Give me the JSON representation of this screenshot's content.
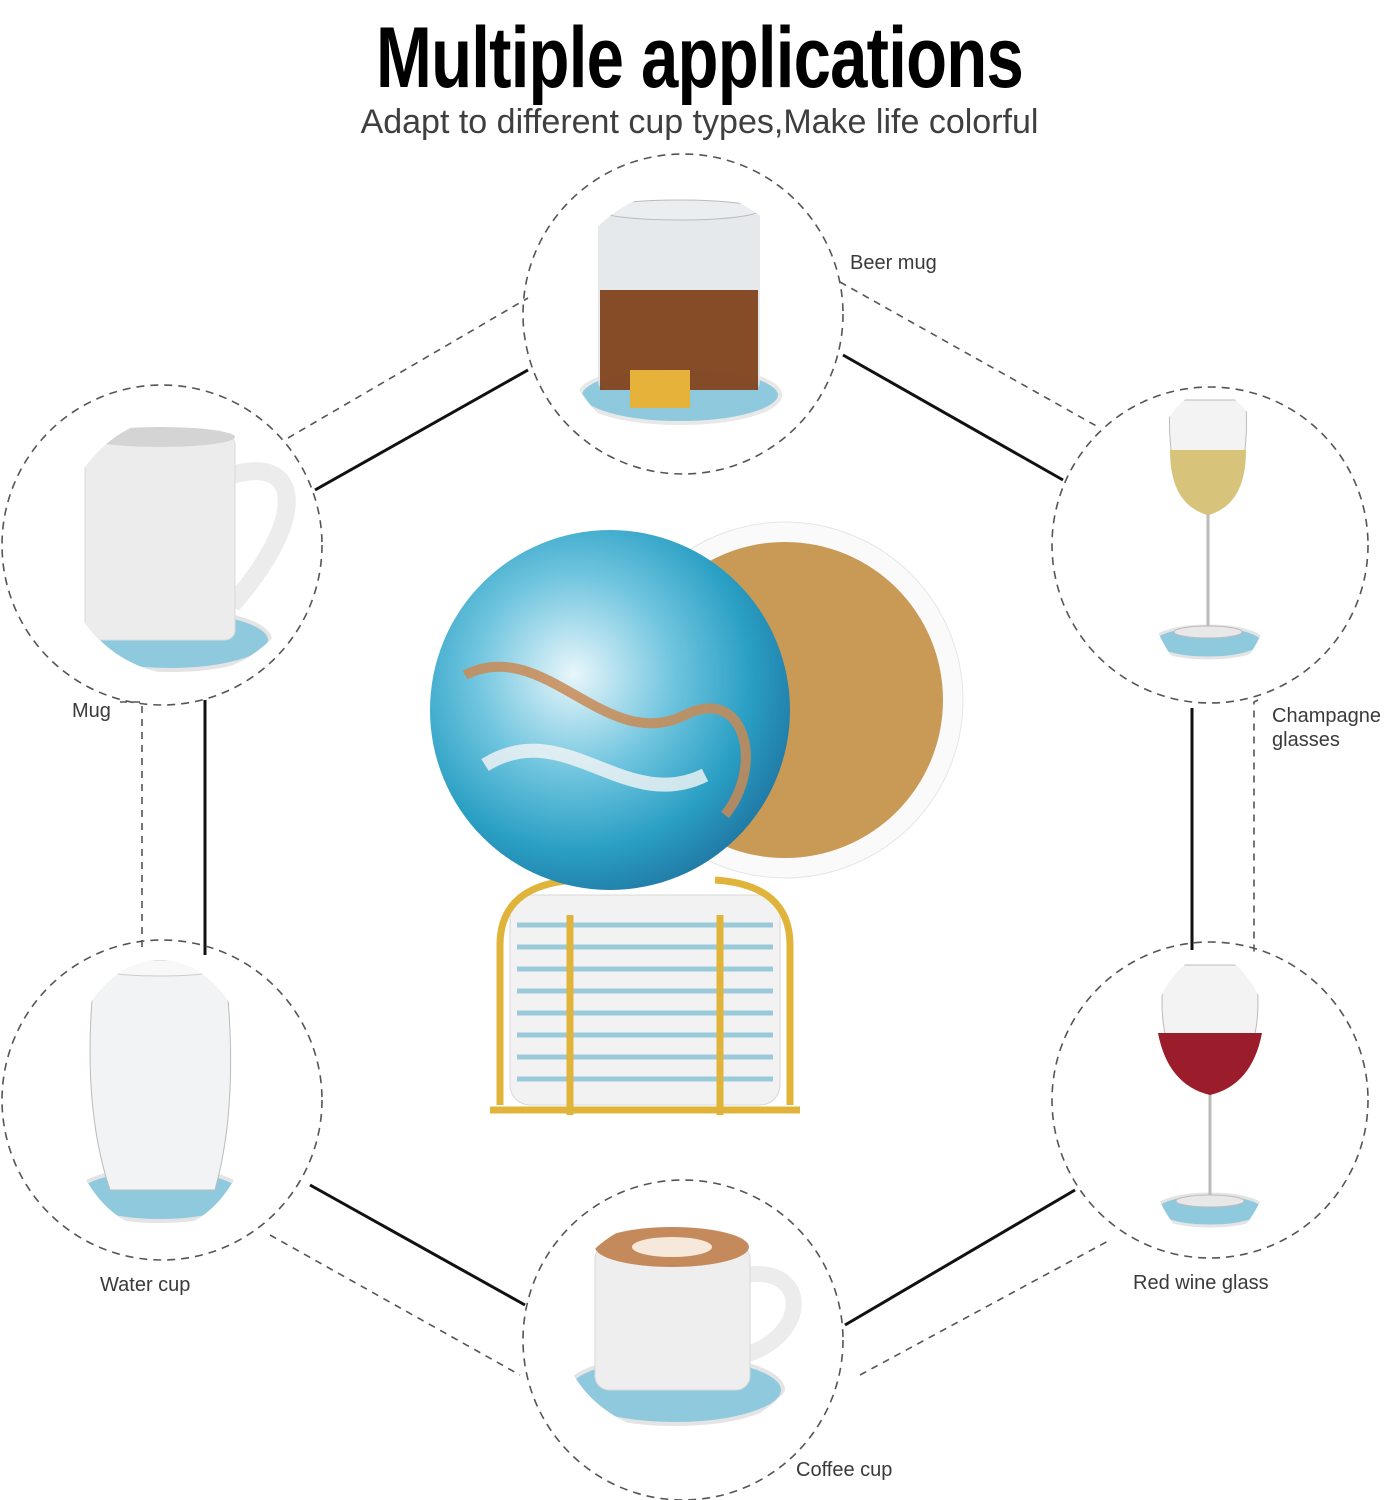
{
  "header": {
    "title": "Multiple applications",
    "subtitle": "Adapt to different cup types,Make life colorful"
  },
  "applications": [
    {
      "id": "beer-mug",
      "label": "Beer mug"
    },
    {
      "id": "mug",
      "label": "Mug"
    },
    {
      "id": "champagne",
      "label": "Champagne glasses"
    },
    {
      "id": "water-cup",
      "label": "Water cup"
    },
    {
      "id": "red-wine",
      "label": "Red wine glass"
    },
    {
      "id": "coffee-cup",
      "label": "Coffee cup"
    }
  ],
  "labels": {
    "beer_mug": "Beer mug",
    "mug": "Mug",
    "champagne_line1": "Champagne",
    "champagne_line2": "glasses",
    "water_cup": "Water cup",
    "red_wine": "Red wine glass",
    "coffee_cup": "Coffee cup"
  },
  "colors": {
    "marble_blue": "#5bb8d4",
    "marble_gold": "#c98a55",
    "cork": "#c99a55",
    "holder_gold": "#e0b43a"
  }
}
